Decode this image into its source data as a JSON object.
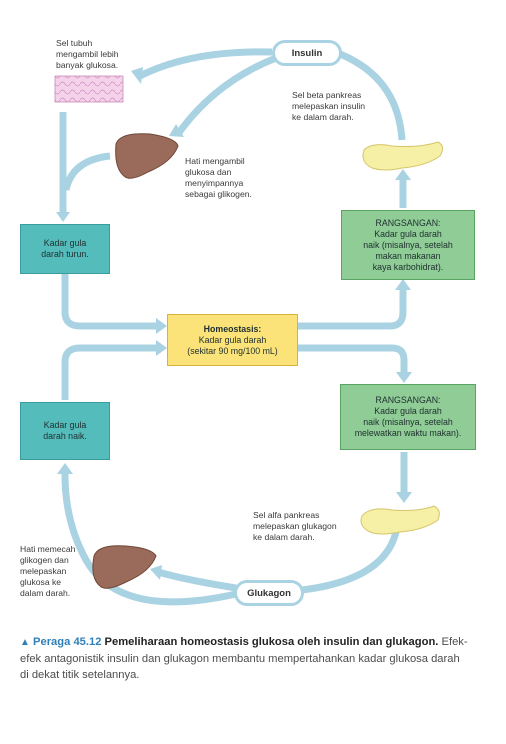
{
  "colors": {
    "arrow": "#a9d3e2",
    "teal_box": "#55bcbc",
    "green_box": "#8fcc96",
    "yellow_box": "#fbe37a",
    "liver": "#9a6b5a",
    "pancreas": "#f6efa6",
    "caption_accent": "#2f7fb8"
  },
  "labels": {
    "body_cells": "Sel tubuh\nmengambil lebih\nbanyak glukosa.",
    "liver_store": "Hati mengambil\nglukosa dan\nmenyimpannya\nsebagai glikogen.",
    "beta_cells": "Sel beta pankreas\nmelepaskan insulin\nke dalam darah.",
    "alpha_cells": "Sel alfa pankreas\nmelepaskan glukagon\nke dalam darah.",
    "liver_release": "Hati memecah\nglikogen dan\nmelepaskan\nglukosa ke\ndalam darah."
  },
  "boxes": {
    "low_sugar": "Kadar gula\ndarah turun.",
    "high_sugar": "Kadar gula\ndarah naik.",
    "homeostasis_title": "Homeostasis:",
    "homeostasis_body": "Kadar gula darah\n(sekitar 90 mg/100 mL)",
    "stimulus_up": "RANGSANGAN:\nKadar gula darah\nnaik (misalnya, setelah\nmakan makanan\nkaya karbohidrat).",
    "stimulus_down": "RANGSANGAN:\nKadar gula darah\nnaik (misalnya, setelah\nmelewatkan waktu makan)."
  },
  "hormones": {
    "insulin": "Insulin",
    "glucagon": "Glukagon"
  },
  "caption": {
    "figure": "Peraga 45.12",
    "title": "Pemeliharaan homeostasis glukosa oleh insulin dan glukagon.",
    "text": "Efek-efek antagonistik insulin dan glukagon membantu mempertahankan kadar glukosa darah di dekat titik setelannya."
  }
}
